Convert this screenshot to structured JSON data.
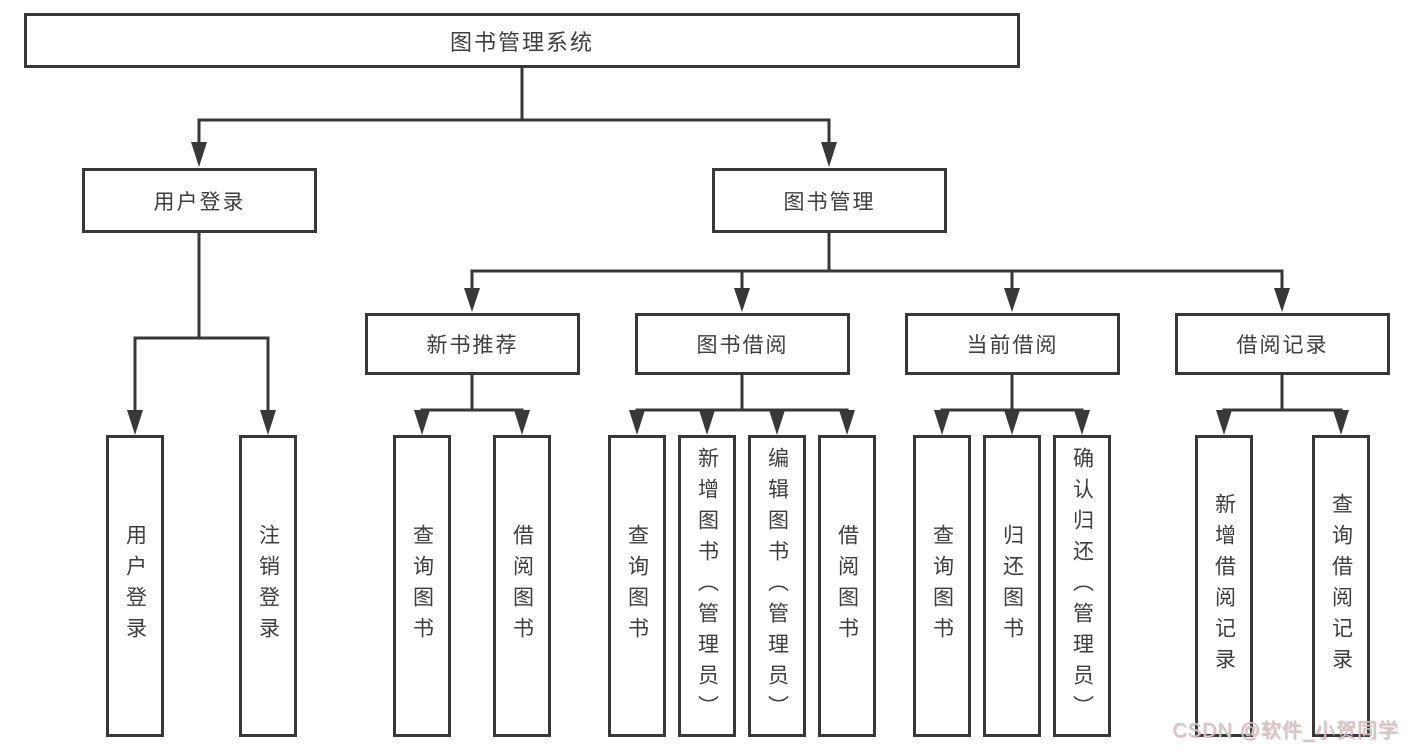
{
  "diagram": {
    "title": "图书管理系统",
    "level2": {
      "user_login": "用户登录",
      "book_mgmt": "图书管理"
    },
    "level3": {
      "new_rec": "新书推荐",
      "borrow": "图书借阅",
      "current": "当前借阅",
      "record": "借阅记录"
    },
    "leaves": {
      "user_login": "用户登录",
      "logout": "注销登录",
      "rec_query": "查询图书",
      "rec_borrow": "借阅图书",
      "bb_query": "查询图书",
      "bb_add": "新增图书（管理员）",
      "bb_edit": "编辑图书（管理员）",
      "bb_borrow": "借阅图书",
      "cb_query": "查询图书",
      "cb_return": "归还图书",
      "cb_confirm": "确认归还（管理员）",
      "rd_add": "新增借阅记录",
      "rd_query": "查询借阅记录"
    },
    "colors": {
      "line": "#383838",
      "text": "#3e3e3e",
      "watermark": "#cdcdcd"
    }
  },
  "watermark": {
    "text": "CSDN @软件_小贺同学"
  }
}
